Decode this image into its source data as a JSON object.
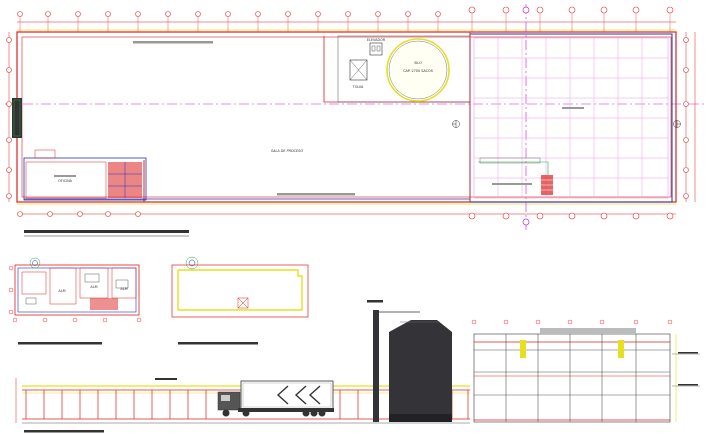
{
  "labels": {
    "main_hall": "SALA DE PROCESO",
    "elevator": "ELEVADOR",
    "silo": "SILO",
    "silo_capacity": "CAP. 2700 SACOS",
    "hopper": "TOLVA",
    "office": "OFICINA",
    "store_a": "ALM",
    "store_b": "ALM",
    "store_c": "ALM"
  },
  "colors": {
    "wall": "#dd2222",
    "grid": "#e8a0e8",
    "axis": "#cc22cc",
    "blue": "#2233bb",
    "yellow": "#e6e020",
    "bubble": "#ee3333",
    "silo": "#333338",
    "green": "#22aa44"
  }
}
